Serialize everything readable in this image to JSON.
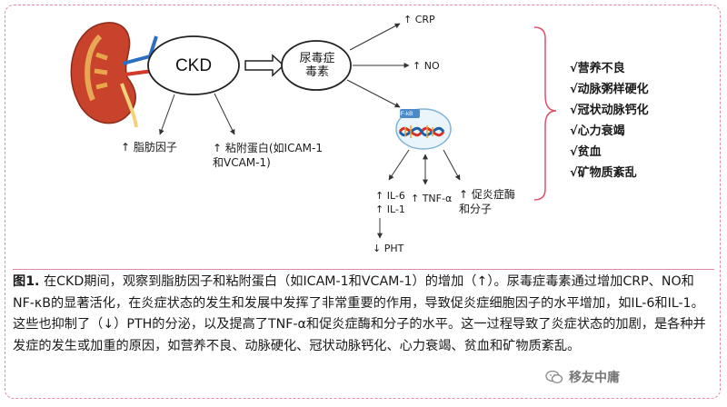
{
  "diagram": {
    "ckd": "CKD",
    "uremic_toxins": "尿毒症\n毒素",
    "crp": "↑ CRP",
    "no": "↑ NO",
    "nfkb_tag": "NF-kB",
    "adipokines": "↑ 脂肪因子",
    "adhesion": "↑ 粘附蛋白(如ICAM-1\n和VCAM-1)",
    "il": "↑ IL-6\n↑ IL-1",
    "tnf": "↑ TNF-α",
    "enzymes": "↑ 促炎症酶\n和分子",
    "pht": "↓ PHT",
    "outcomes": [
      "√营养不良",
      "√动脉粥样硬化",
      "√冠状动脉钙化",
      "√心力衰竭",
      "√贫血",
      "√矿物质紊乱"
    ]
  },
  "caption": {
    "label": "图1.",
    "text": " 在CKD期间，观察到脂肪因子和粘附蛋白（如ICAM-1和VCAM-1）的增加（↑）。尿毒症毒素通过增加CRP、NO和NF-κB的显著活化，在炎症状态的发生和发展中发挥了非常重要的作用，导致促炎症细胞因子的水平增加，如IL-6和IL-1。这些也抑制了（↓）PTH的分泌，以及提高了TNF-α和促炎症酶和分子的水平。这一过程导致了炎症状态的加剧，是各种并发症的发生或加重的原因，如营养不良、动脉硬化、冠状动脉钙化、心力衰竭、贫血和矿物质紊乱。"
  },
  "brand": {
    "name": "移友中庸"
  },
  "colors": {
    "frame": "#e58aa8",
    "bracket": "#e0506a",
    "dna_red": "#d2342b",
    "dna_blue": "#1f5fa8"
  }
}
